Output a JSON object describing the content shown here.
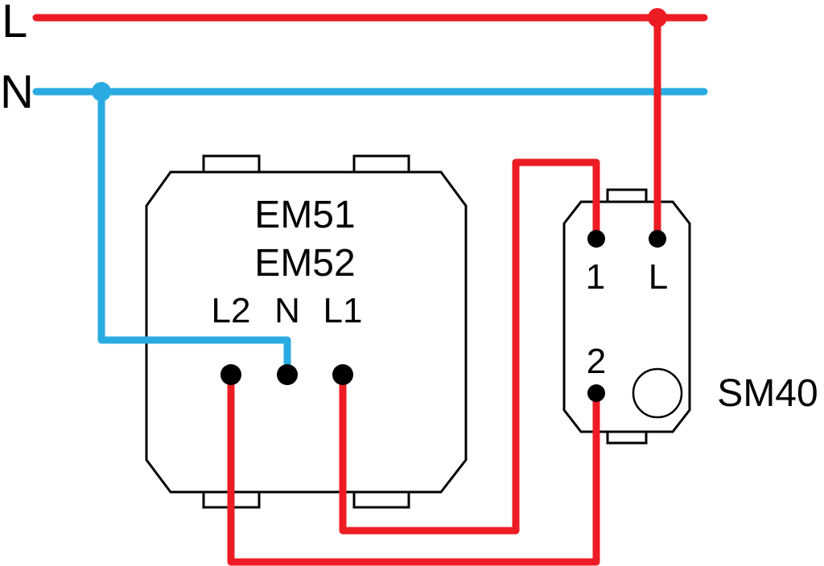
{
  "colors": {
    "live": "#ED1C24",
    "neutral": "#29ABE2",
    "outline": "#000000"
  },
  "bus": {
    "live_label": "L",
    "neutral_label": "N"
  },
  "em_device": {
    "model_top": "EM51",
    "model_bottom": "EM52",
    "terminal_l2": "L2",
    "terminal_n": "N",
    "terminal_l1": "L1"
  },
  "sm_device": {
    "name": "SM40",
    "terminal_1": "1",
    "terminal_l": "L",
    "terminal_2": "2"
  }
}
